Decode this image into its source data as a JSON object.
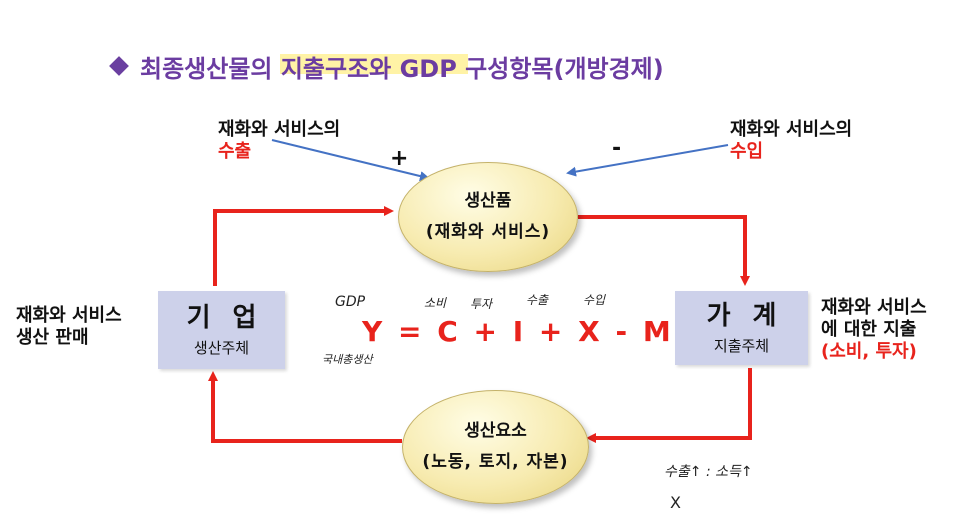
{
  "title": "최종생산물의 지출구조와 GDP 구성항목(개방경제)",
  "export": {
    "line1": "재화와 서비스의",
    "line2": "수출",
    "sign": "+"
  },
  "import": {
    "line1": "재화와 서비스의",
    "line2": "수입",
    "sign": "-"
  },
  "product": {
    "line1": "생산품",
    "line2": "(재화와 서비스)"
  },
  "factors": {
    "line1": "생산요소",
    "line2": "(노동, 토지, 자본)"
  },
  "firm": {
    "title": "기업",
    "subtitle": "생산주체"
  },
  "household": {
    "title": "가계",
    "subtitle": "지출주체"
  },
  "left_label": {
    "line1": "재화와 서비스",
    "line2": "생산 판매"
  },
  "right_label": {
    "line1": "재화와 서비스",
    "line2": "에 대한 지출",
    "line3": "(소비, 투자)"
  },
  "equation": "Y = C + I + X - M",
  "handwritten": {
    "gdp": "GDP",
    "c": "소비",
    "i": "투자",
    "x": "수출",
    "m": "수입",
    "y_below": "국내총생산",
    "bottom_right": "수출↑ : 소득↑",
    "bottom_x": "X"
  },
  "colors": {
    "title": "#6b3ca1",
    "accent_red": "#e8231c",
    "arrow_blue": "#4472c4",
    "box": "#cdd1ea"
  }
}
